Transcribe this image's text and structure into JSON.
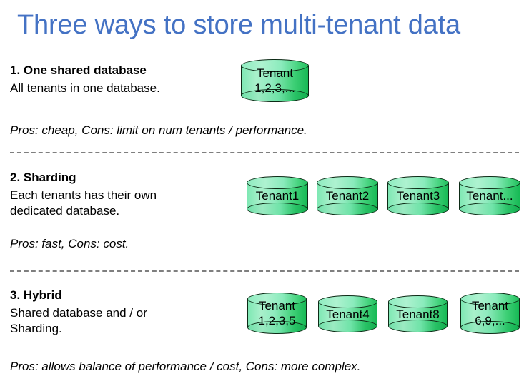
{
  "slide": {
    "title": "Three ways to store multi-tenant data",
    "title_color": "#4472C4",
    "background": "#ffffff",
    "divider_color": "#7f7f7f",
    "cylinder_fill_light": "#A9F0CB",
    "cylinder_fill_dark": "#17B955",
    "cylinder_outline": "#0d2b16"
  },
  "sections": [
    {
      "heading": "1. One shared database",
      "body_line1": "All tenants in one database.",
      "body_line2": "",
      "pros_cons": "Pros: cheap, Cons: limit on num tenants / performance.",
      "databases": [
        {
          "line1": "Tenant",
          "line2": "1,2,3,..."
        }
      ]
    },
    {
      "heading": "2. Sharding",
      "body_line1": "Each tenants has their own",
      "body_line2": "dedicated database.",
      "pros_cons": "Pros: fast, Cons: cost.",
      "databases": [
        {
          "line1": "Tenant1",
          "line2": ""
        },
        {
          "line1": "Tenant2",
          "line2": ""
        },
        {
          "line1": "Tenant3",
          "line2": ""
        },
        {
          "line1": "Tenant...",
          "line2": ""
        }
      ]
    },
    {
      "heading": "3. Hybrid",
      "body_line1": "Shared database and / or",
      "body_line2": "Sharding.",
      "pros_cons": "Pros: allows balance of performance / cost, Cons: more complex.",
      "databases": [
        {
          "line1": "Tenant",
          "line2": "1,2,3,5"
        },
        {
          "line1": "Tenant4",
          "line2": ""
        },
        {
          "line1": "Tenant8",
          "line2": ""
        },
        {
          "line1": "Tenant",
          "line2": "6,9,..."
        }
      ]
    }
  ]
}
